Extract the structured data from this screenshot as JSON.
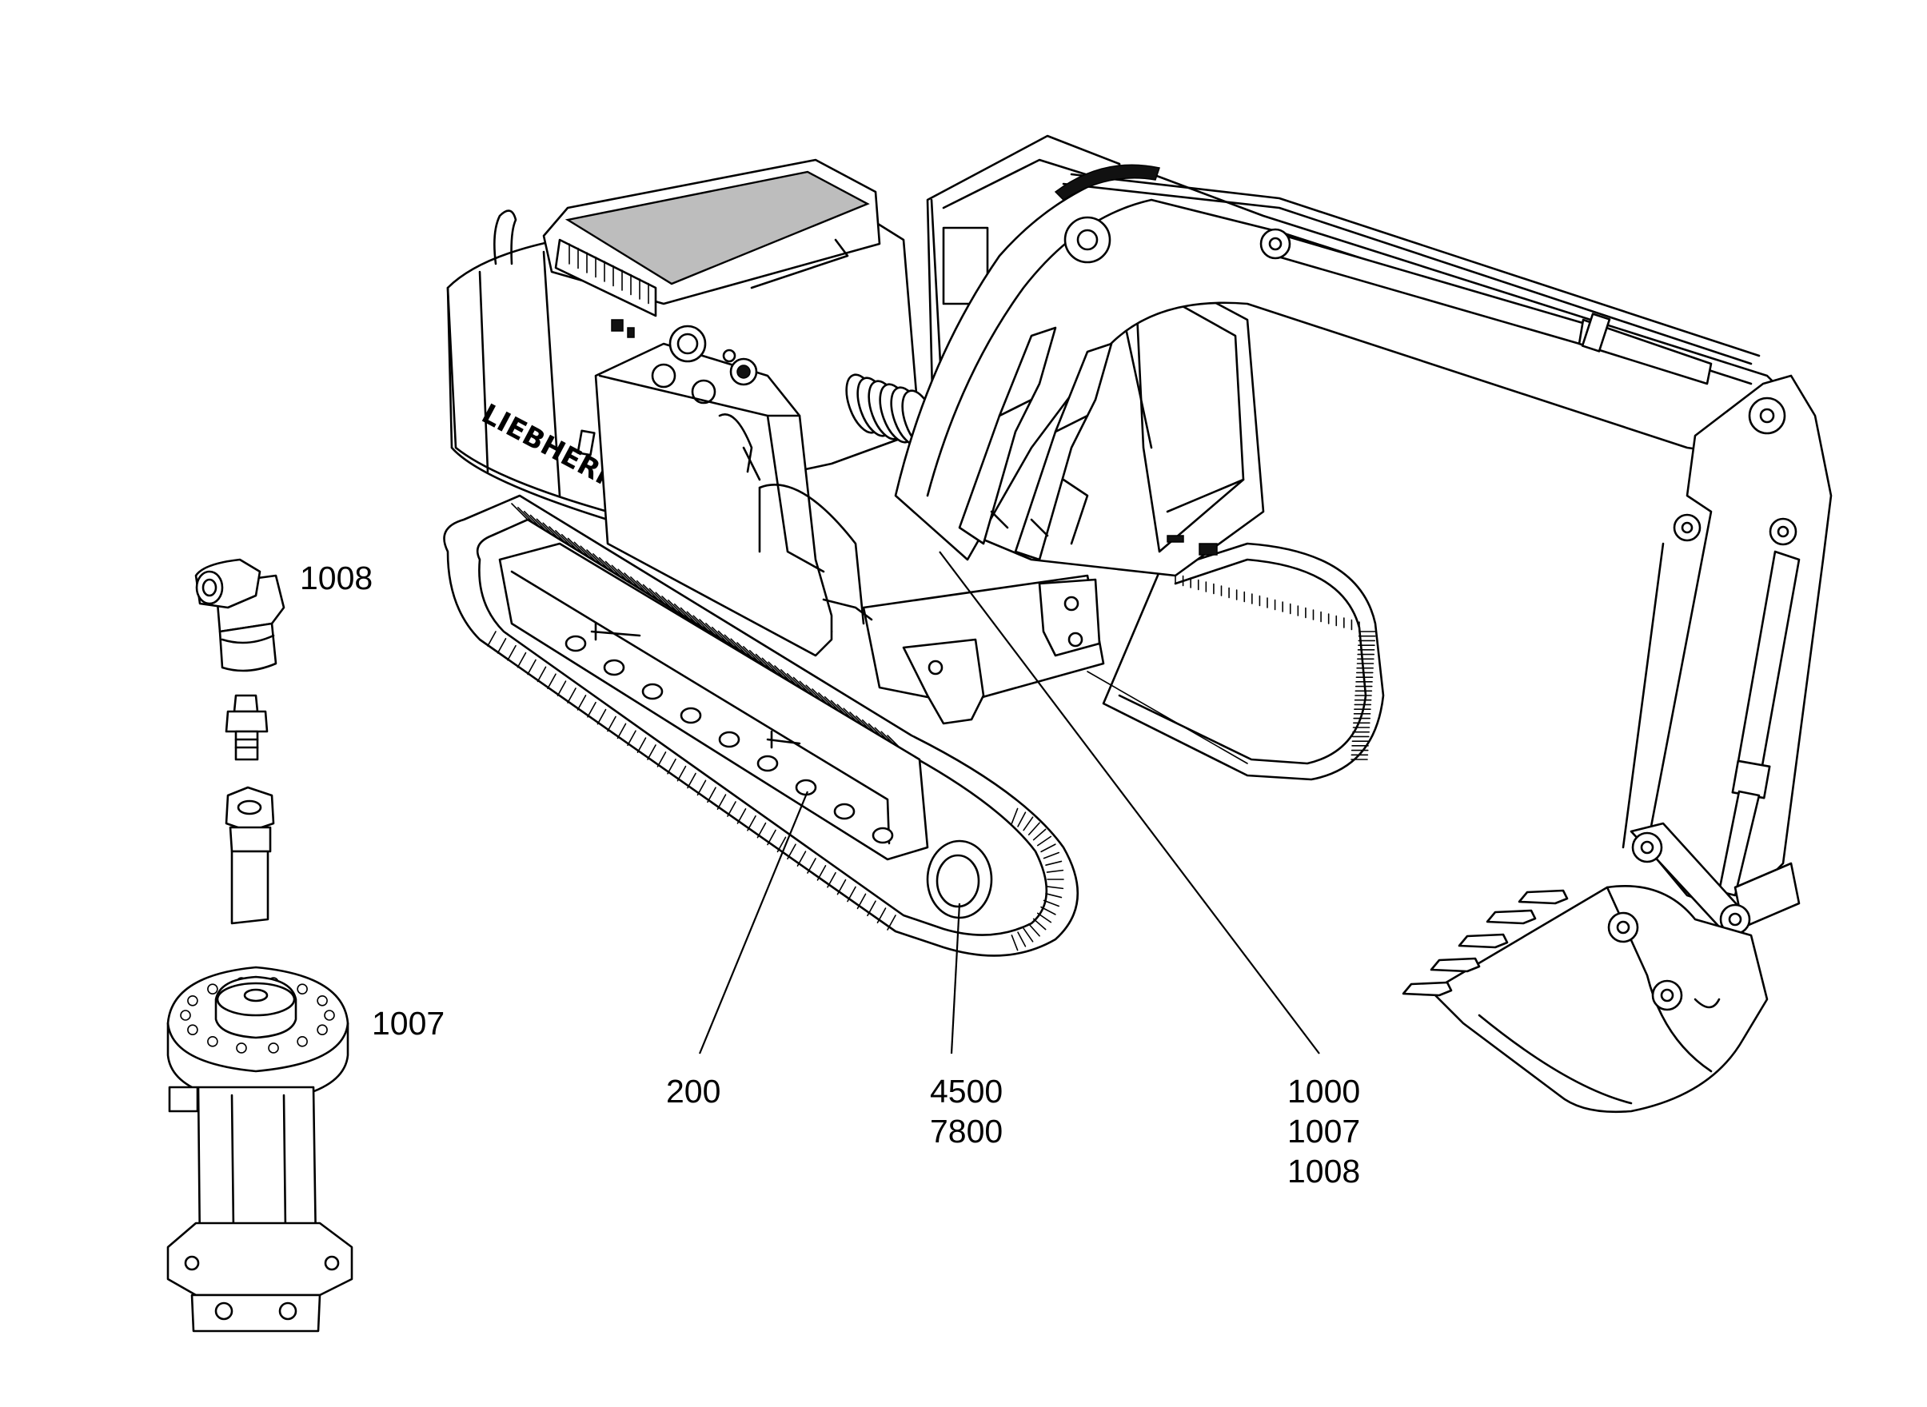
{
  "callouts": {
    "elbow_fitting": {
      "lines": [
        "1008"
      ]
    },
    "swivel_joint": {
      "lines": [
        "1007"
      ]
    },
    "undercarriage": {
      "lines": [
        "200"
      ]
    },
    "idler_wheel": {
      "lines": [
        "4500",
        "7800"
      ]
    },
    "rotary_connection": {
      "lines": [
        "1000",
        "1007",
        "1008"
      ]
    }
  },
  "machine": {
    "brand_lettering": "LIEBHERR"
  },
  "colors": {
    "line": "#000000",
    "background": "#ffffff",
    "shading": "#bdbdbd"
  }
}
